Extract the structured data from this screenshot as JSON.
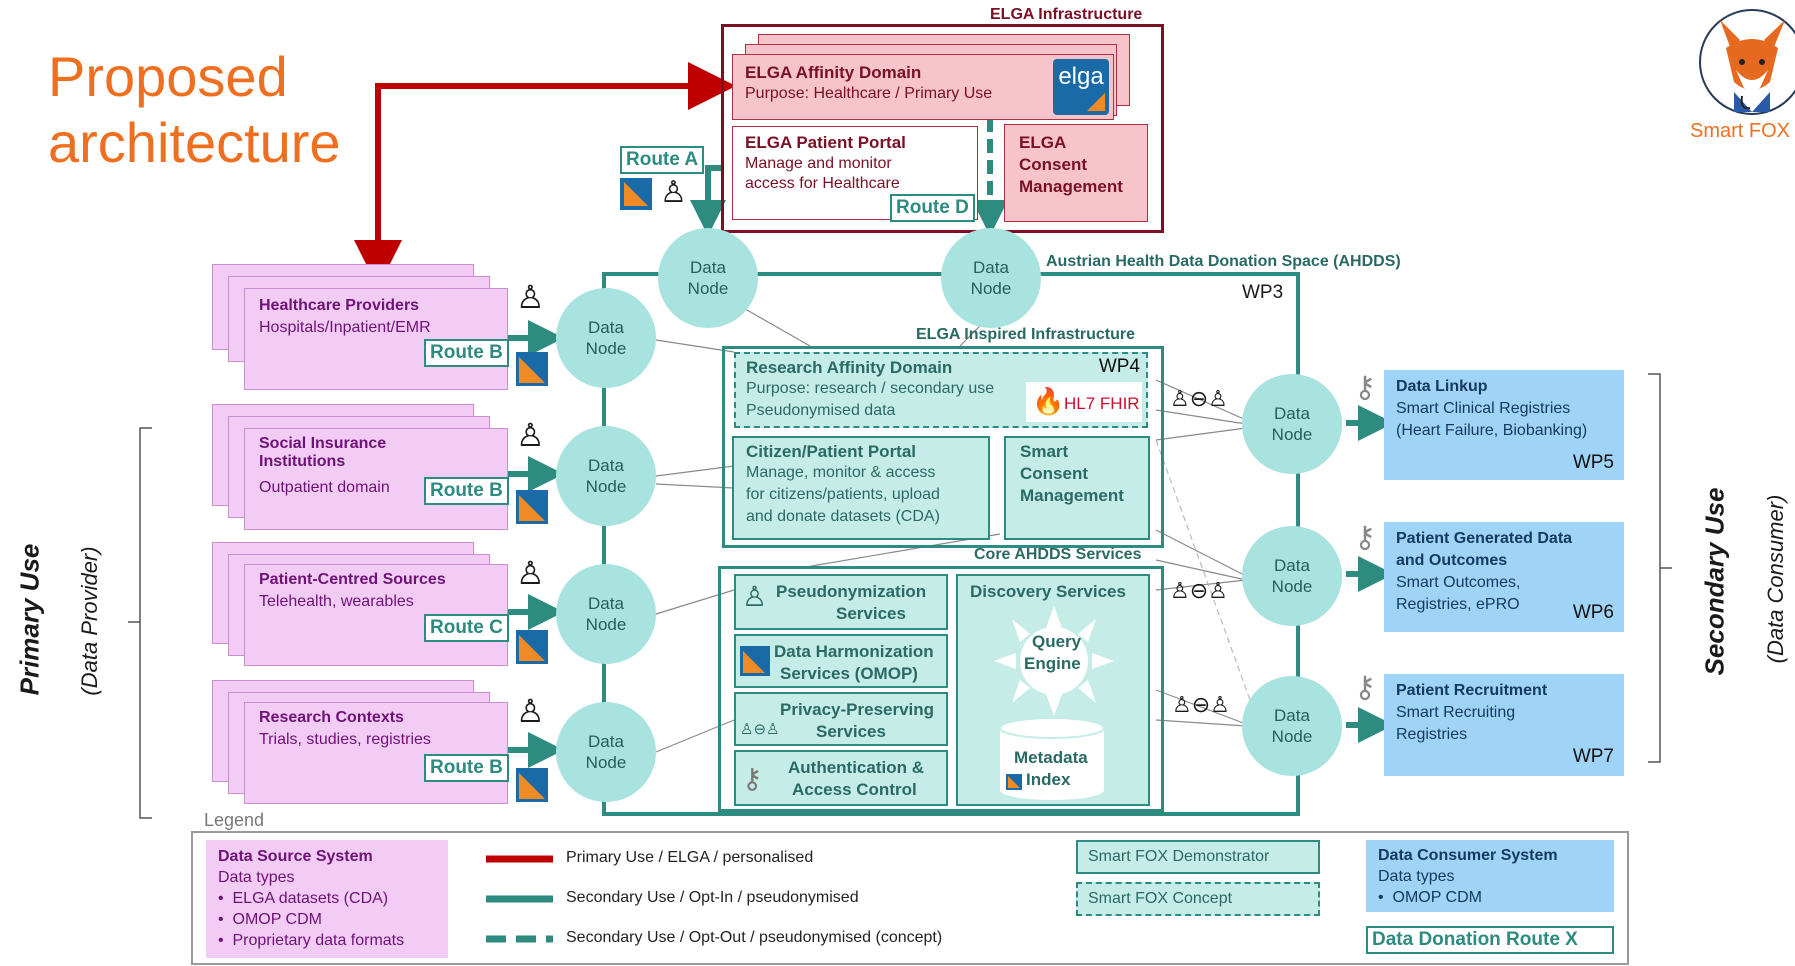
{
  "title": "Proposed architecture",
  "logo": {
    "text": "Smart FOX",
    "icon": "fox-doctor-icon"
  },
  "elga": {
    "header": "ELGA Infrastructure",
    "affinity_title": "ELGA Affinity Domain",
    "affinity_purpose": "Purpose: Healthcare / Primary Use",
    "elga_logo_text": "elga",
    "portal_title": "ELGA Patient Portal",
    "portal_line1": "Manage and monitor",
    "portal_line2": "access for Healthcare",
    "consent_line1": "ELGA",
    "consent_line2": "Consent",
    "consent_line3": "Management"
  },
  "routes": {
    "a": "Route A",
    "d": "Route D",
    "b1": "Route B",
    "b2": "Route B",
    "c": "Route C",
    "b3": "Route B",
    "legend": "Data Donation Route X"
  },
  "sources": [
    {
      "title": "Healthcare Providers",
      "sub": "Hospitals/Inpatient/EMR"
    },
    {
      "title": "Social Insurance Institutions",
      "sub": "Outpatient domain"
    },
    {
      "title": "Patient-Centred Sources",
      "sub": "Telehealth, wearables"
    },
    {
      "title": "Research Contexts",
      "sub": "Trials, studies, registries"
    }
  ],
  "node_label_line1": "Data",
  "node_label_line2": "Node",
  "ahdds": {
    "title": "Austrian Health Data Donation Space (AHDDS)",
    "wp": "WP3",
    "elga_inspired": "ELGA Inspired Infrastructure",
    "core_services": "Core AHDDS Services"
  },
  "research_domain": {
    "title": "Research Affinity Domain",
    "line1": "Purpose: research / secondary use",
    "line2": "Pseudonymised data",
    "wp": "WP4",
    "fhir": "HL7 FHIR"
  },
  "citizen_portal": {
    "title": "Citizen/Patient Portal",
    "lines": [
      "Manage, monitor & access",
      "for citizens/patients, upload",
      "and donate datasets (CDA)"
    ]
  },
  "smart_consent": [
    "Smart",
    "Consent",
    "Management"
  ],
  "services": {
    "pseudo": [
      "Pseudonymization",
      "Services"
    ],
    "harmon": [
      "Data Harmonization",
      "Services (OMOP)"
    ],
    "privacy": [
      "Privacy-Preserving",
      "Services"
    ],
    "auth": [
      "Authentication &",
      "Access Control"
    ],
    "discovery": "Discovery Services",
    "query": [
      "Query",
      "Engine"
    ],
    "metadata": [
      "Metadata",
      "Index"
    ]
  },
  "consumers": [
    {
      "title": "Data Linkup",
      "lines": [
        "Smart Clinical Registries",
        "(Heart Failure, Biobanking)"
      ],
      "wp": "WP5"
    },
    {
      "title": "Patient Generated Data",
      "lines": [
        "and Outcomes",
        "Smart Outcomes,",
        "Registries, ePRO"
      ],
      "wp": "WP6"
    },
    {
      "title": "Patient Recruitment",
      "lines": [
        "Smart Recruiting",
        "Registries"
      ],
      "wp": "WP7"
    }
  ],
  "side_labels": {
    "primary": "Primary Use",
    "primary_sub": "(Data Provider)",
    "secondary": "Secondary Use",
    "secondary_sub": "(Data Consumer)"
  },
  "legend": {
    "label": "Legend",
    "source_title": "Data Source System",
    "source_types": "Data types",
    "source_items": [
      "ELGA datasets (CDA)",
      "OMOP CDM",
      "Proprietary data formats"
    ],
    "line_red": "Primary Use / ELGA / personalised",
    "line_teal": "Secondary Use / Opt-In / pseudonymised",
    "line_dash": "Secondary Use / Opt-Out / pseudonymised (concept)",
    "demo": "Smart FOX Demonstrator",
    "concept": "Smart FOX Concept",
    "consumer_title": "Data Consumer System",
    "consumer_types": "Data types",
    "consumer_items": [
      "OMOP CDM"
    ]
  },
  "colors": {
    "red": "#c00000",
    "teal": "#2e8b80",
    "orange": "#ee6f1f",
    "pink": "#f3ccf5",
    "blue": "#9fd3f7",
    "node": "#a9e3df"
  }
}
